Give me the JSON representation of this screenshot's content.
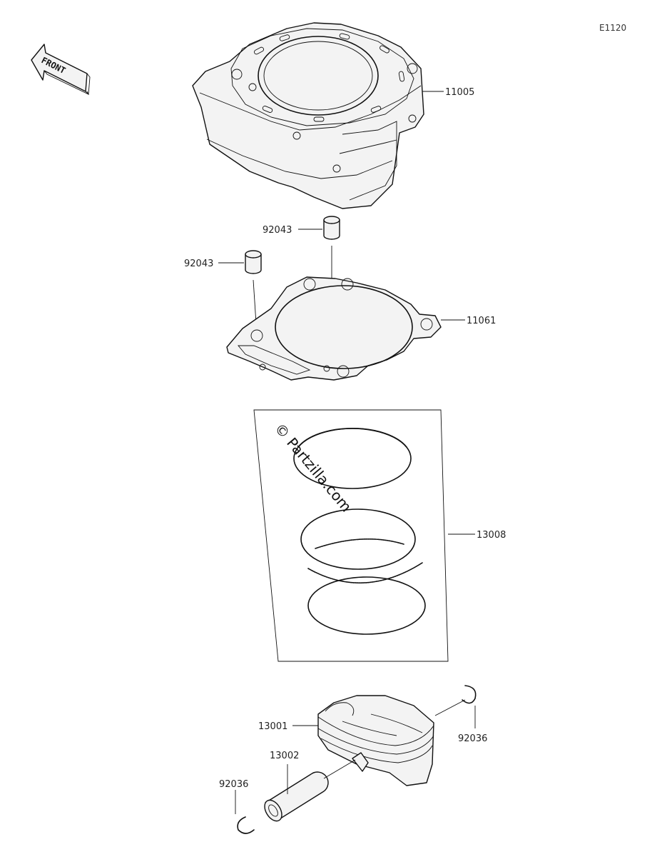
{
  "diagram_code": "E1120",
  "front_label": "FRONT",
  "watermark": "© Partzilla.com",
  "parts": {
    "cylinder": "11005",
    "dowel_pin_upper": "92043",
    "dowel_pin_left": "92043",
    "base_gasket": "11061",
    "piston_ring_set": "13008",
    "piston": "13001",
    "piston_pin": "13002",
    "circlip_right": "92036",
    "circlip_left": "92036"
  }
}
